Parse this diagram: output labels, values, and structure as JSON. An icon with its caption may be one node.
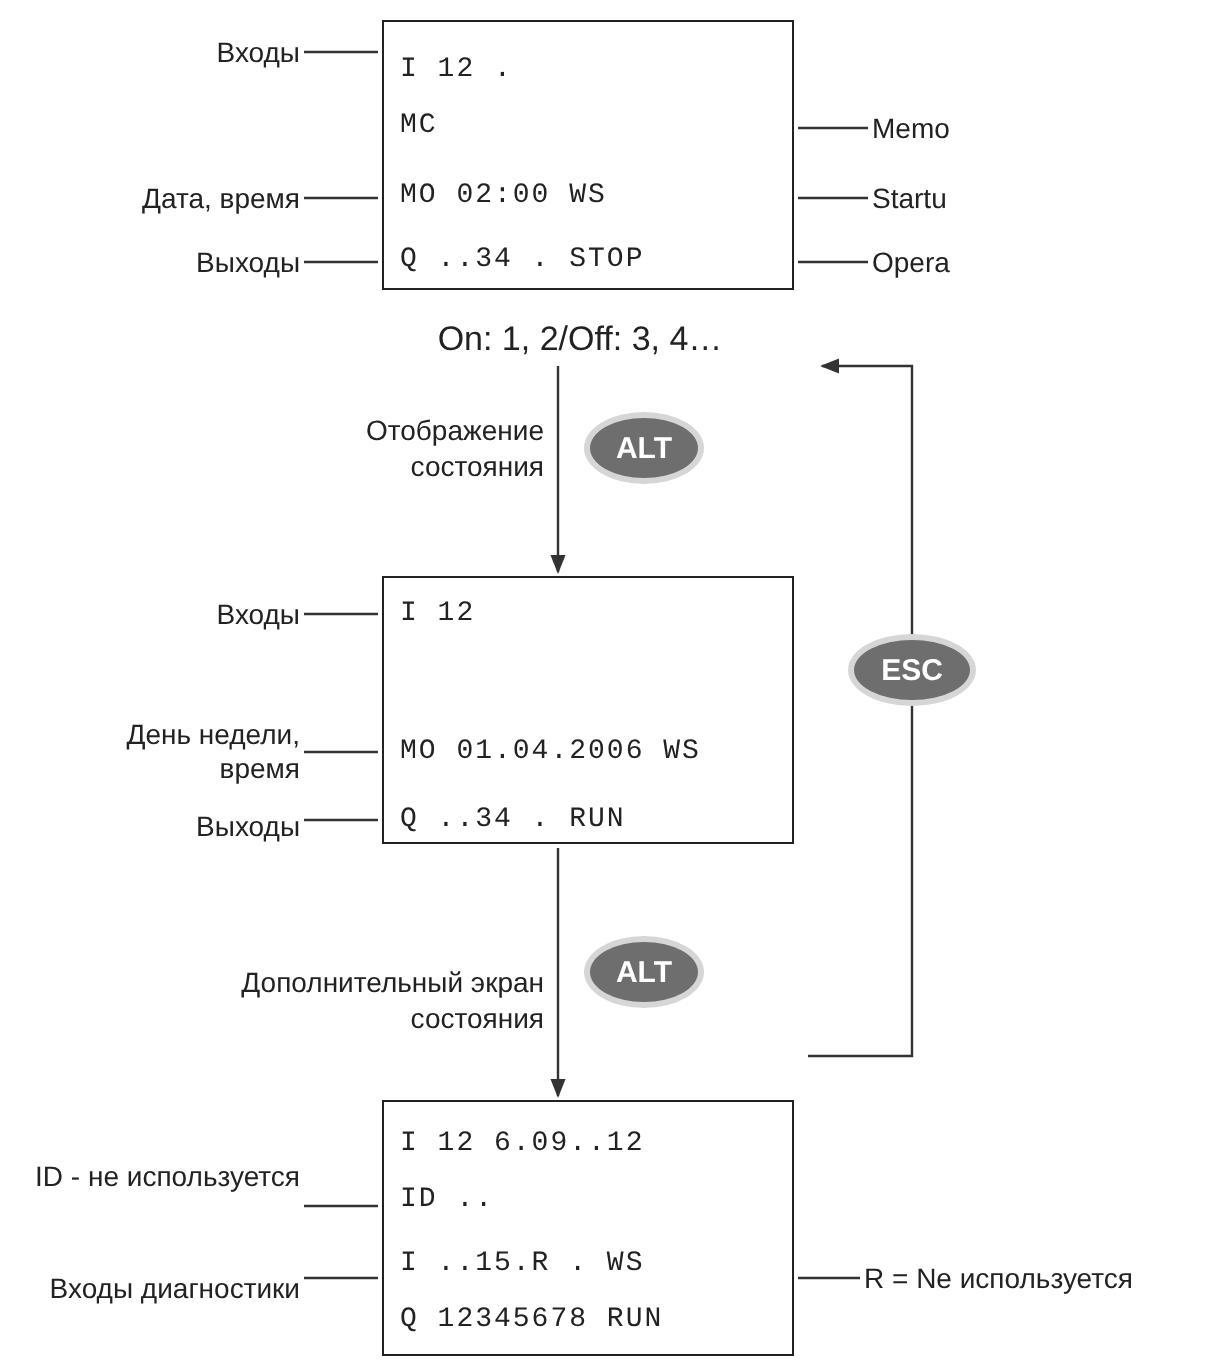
{
  "diagram": {
    "nodes": [
      {
        "text": [
          "I 12 .",
          "MC",
          "MO 02:00 WS",
          "Q ..34 . STOP"
        ]
      },
      {
        "text": [
          "Входы"
        ]
      },
      {
        "text": [
          "Дата, время"
        ]
      },
      {
        "text": [
          "Выходы"
        ]
      },
      {
        "text": [
          "Memo"
        ]
      },
      {
        "text": [
          "Startu"
        ]
      },
      {
        "text": [
          "Opera"
        ]
      },
      {
        "text": [
          "On: 1, 2/Off: 3, 4…"
        ]
      },
      {
        "text": [
          "ALT"
        ]
      },
      {
        "text": [
          "I 12",
          "MO 01.04.2006 WS",
          "Q ..34 . RUN"
        ]
      },
      {
        "text": [
          "Входы"
        ]
      },
      {
        "text": [
          "День недели, время"
        ]
      },
      {
        "text": [
          "Выходы"
        ]
      },
      {
        "text": [
          "ESC"
        ]
      },
      {
        "text": [
          "ALT"
        ]
      },
      {
        "text": [
          "I 12 6.09..12",
          "ID ..",
          "I ..15.R . WS",
          "Q 12345678 RUN"
        ]
      },
      {
        "text": [
          "ID - не используется"
        ]
      },
      {
        "text": [
          "Входы диагностики"
        ]
      },
      {
        "text": [
          "R = Ne используется"
        ]
      }
    ],
    "edges": [
      {
        "from": 1,
        "to": 0,
        "arrow": "none"
      },
      {
        "from": 2,
        "to": 0,
        "arrow": "none"
      },
      {
        "from": 3,
        "to": 0,
        "arrow": "none"
      },
      {
        "from": 4,
        "to": 0,
        "arrow": "none"
      },
      {
        "from": 5,
        "to": 0,
        "arrow": "none"
      },
      {
        "from": 6,
        "to": 0,
        "arrow": "none"
      },
      {
        "from": 7,
        "to": 9,
        "arrow": "to",
        "label": "Отображение состояния"
      },
      {
        "from": 10,
        "to": 9,
        "arrow": "none"
      },
      {
        "from": 11,
        "to": 9,
        "arrow": "none"
      },
      {
        "from": 12,
        "to": 9,
        "arrow": "none"
      },
      {
        "from": 9,
        "to": 15,
        "arrow": "to",
        "label": "Дополнительный экран состояния"
      },
      {
        "from": null,
        "to": 7,
        "arrow": "to"
      },
      {
        "from": 16,
        "to": 15,
        "arrow": "none"
      },
      {
        "from": 17,
        "to": 15,
        "arrow": "none"
      },
      {
        "from": 18,
        "to": 15,
        "arrow": "none"
      }
    ]
  }
}
